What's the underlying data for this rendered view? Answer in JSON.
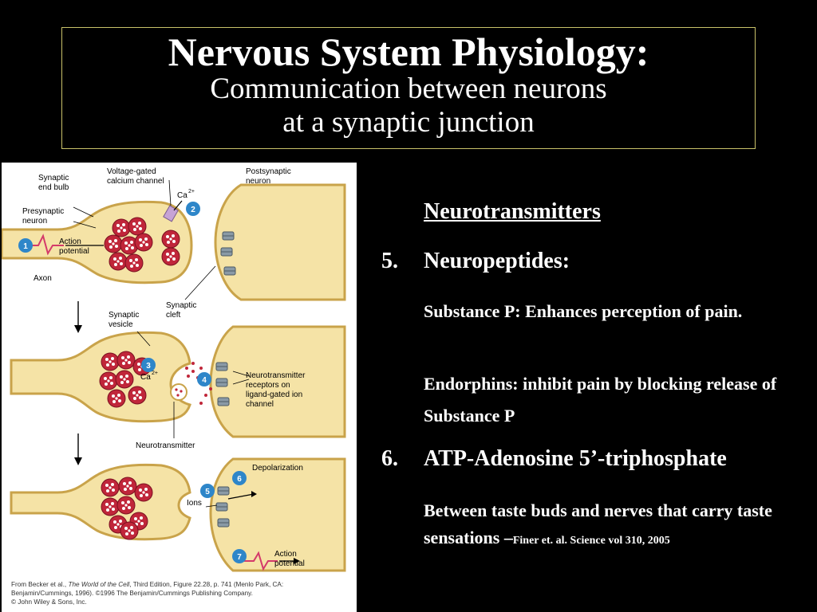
{
  "title": {
    "main": "Nervous System Physiology:",
    "sub1": "Communication between neurons",
    "sub2": "at a synaptic junction"
  },
  "figure": {
    "labels": {
      "synaptic_end_bulb_1": "Synaptic",
      "synaptic_end_bulb_2": "end bulb",
      "voltage_gated_1": "Voltage-gated",
      "voltage_gated_2": "calcium channel",
      "postsynaptic_1": "Postsynaptic",
      "postsynaptic_2": "neuron",
      "presynaptic_1": "Presynaptic",
      "presynaptic_2": "neuron",
      "ca_top": "Ca",
      "ca_sup": "2+",
      "action_potential_1": "Action",
      "action_potential_2": "potential",
      "axon": "Axon",
      "synaptic_cleft_1": "Synaptic",
      "synaptic_cleft_2": "cleft",
      "synaptic_vesicle_1": "Synaptic",
      "synaptic_vesicle_2": "vesicle",
      "ca_mid": "Ca",
      "receptors_1": "Neurotransmitter",
      "receptors_2": "receptors on",
      "receptors_3": "ligand-gated ion",
      "receptors_4": "channel",
      "neurotransmitter": "Neurotransmitter",
      "depolarization": "Depolarization",
      "ions": "Ions",
      "action_potential_b1": "Action",
      "action_potential_b2": "potential"
    },
    "steps": [
      "1",
      "2",
      "3",
      "4",
      "5",
      "6",
      "7"
    ],
    "credit": {
      "line1_a": "From Becker et al., ",
      "line1_b": "The World of the Cell",
      "line1_c": ", Third Edition, Figure 22.28, p. 741 (Menlo Park, CA:",
      "line2": "Benjamin/Cummings, 1996). ©1996 The Benjamin/Cummings Publishing Company.",
      "line3": "© John Wiley & Sons, Inc."
    },
    "colors": {
      "neuron_fill": "#f5e3a6",
      "neuron_stroke": "#c9a34a",
      "vesicle": "#c0263a",
      "step_badge": "#2e86c9"
    }
  },
  "content": {
    "heading": "Neurotransmitters",
    "item5_num": "5.",
    "item5_text": "Neuropeptides:",
    "substance_p": "Substance P:  Enhances perception of pain.",
    "endorphins": "Endorphins:  inhibit pain by blocking release of Substance P",
    "item6_num": "6.",
    "item6_text": "ATP-Adenosine 5’-triphosphate",
    "atp_desc": "Between taste buds and nerves that carry taste sensations –",
    "citation": "Finer et. al. Science vol 310, 2005"
  }
}
